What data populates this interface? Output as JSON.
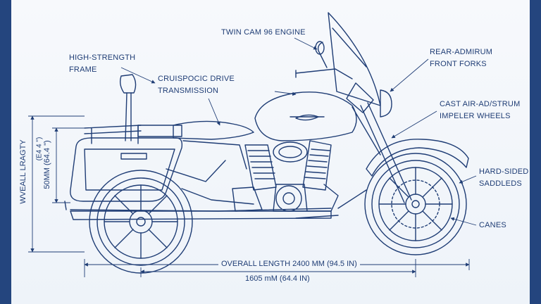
{
  "callouts": {
    "frame": [
      "HIGH-STRENGTH",
      "FRAME"
    ],
    "transmission": [
      "CRUISPOCIC DRIVE",
      "TRANSMISSION"
    ],
    "engine": [
      "TWIN CAM 96 ENGINE"
    ],
    "forks": [
      "REAR-ADMIRUM",
      "FRONT FORKS"
    ],
    "wheels": [
      "CAST AIR-AD/STRUM",
      "IMPELER WHEELS"
    ],
    "saddlebags": [
      "HARD-SIDED",
      "SADDLEDS"
    ],
    "canes": [
      "CANES"
    ]
  },
  "dimensions": {
    "overall_length": "OVERALL LENGTH 2400 MM (94.5 IN)",
    "wheelbase": "1605 mM (64.4 IN)",
    "overall_height": "WVEALL LRAGTY",
    "height_value": "50MM (64.4 \")",
    "height_value_secondary": "(E4 4 \")"
  },
  "colors": {
    "line": "#1f3d75",
    "line_light": "#5877a8",
    "border": "#24457e",
    "background": "#f4f7fb"
  }
}
